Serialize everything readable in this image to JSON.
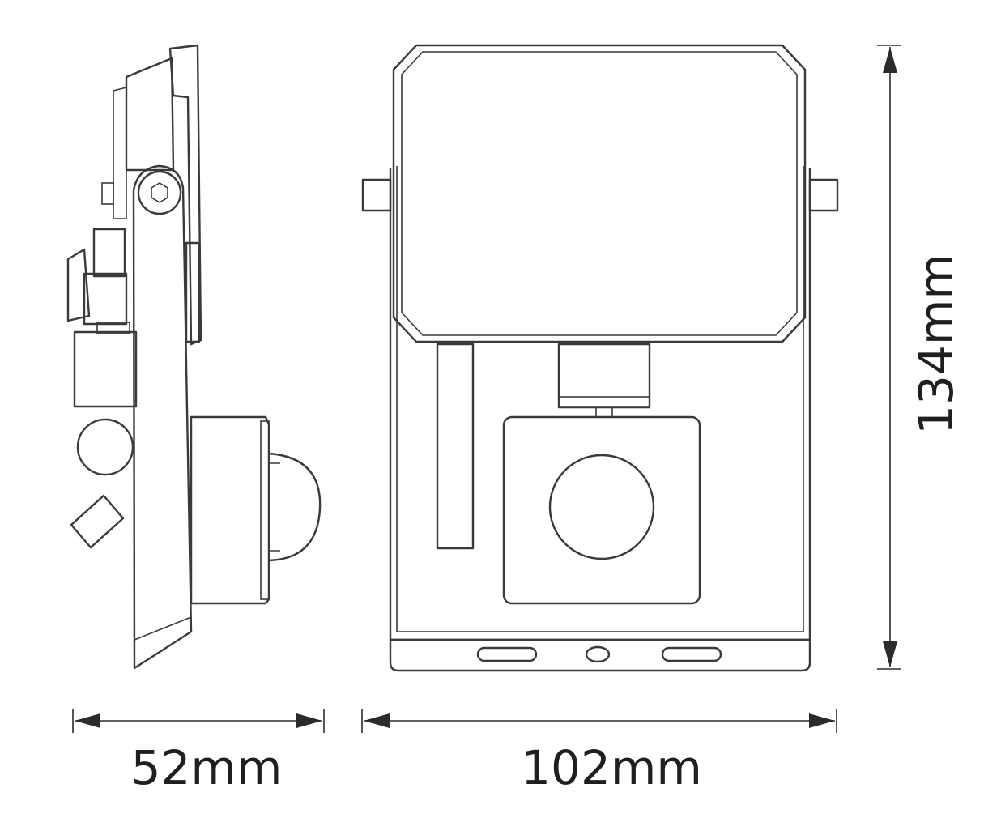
{
  "dimensions": {
    "depth_label": "52mm",
    "width_label": "102mm",
    "height_label": "134mm"
  },
  "colors": {
    "line": "#3a3a3a",
    "background": "#ffffff"
  }
}
